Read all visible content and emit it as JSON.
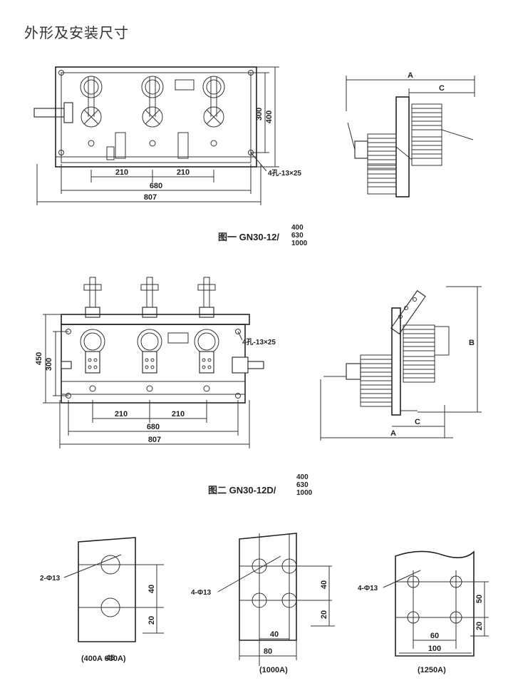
{
  "page": {
    "title": "外形及安装尺寸"
  },
  "figure1": {
    "caption_prefix": "图一",
    "model": "GN30-12/",
    "ratings": [
      "400",
      "630",
      "1000"
    ],
    "dims": {
      "d210a": "210",
      "d210b": "210",
      "d680": "680",
      "d807": "807",
      "d300": "300",
      "d400": "400"
    },
    "hole_note": "4孔-13×25",
    "side_labels": {
      "a": "A",
      "c": "C"
    }
  },
  "figure2": {
    "caption_prefix": "图二",
    "model": "GN30-12D/",
    "ratings": [
      "400",
      "630",
      "1000"
    ],
    "dims": {
      "d210a": "210",
      "d210b": "210",
      "d680": "680",
      "d807": "807",
      "d300": "300",
      "d450": "450"
    },
    "hole_note": "4孔-13×25",
    "side_labels": {
      "a": "A",
      "b": "B",
      "c": "C"
    }
  },
  "terminals": [
    {
      "id": "t400",
      "hole_label": "2-Φ13",
      "dims": [
        "40",
        "20",
        "45"
      ],
      "caption": "(400A 630A)"
    },
    {
      "id": "t1000",
      "hole_label": "4-Φ13",
      "dims": [
        "40",
        "20",
        "40",
        "80"
      ],
      "caption": "(1000A)"
    },
    {
      "id": "t1250",
      "hole_label": "4-Φ13",
      "dims": [
        "50",
        "20",
        "60",
        "100"
      ],
      "caption": "(1250A)"
    }
  ]
}
